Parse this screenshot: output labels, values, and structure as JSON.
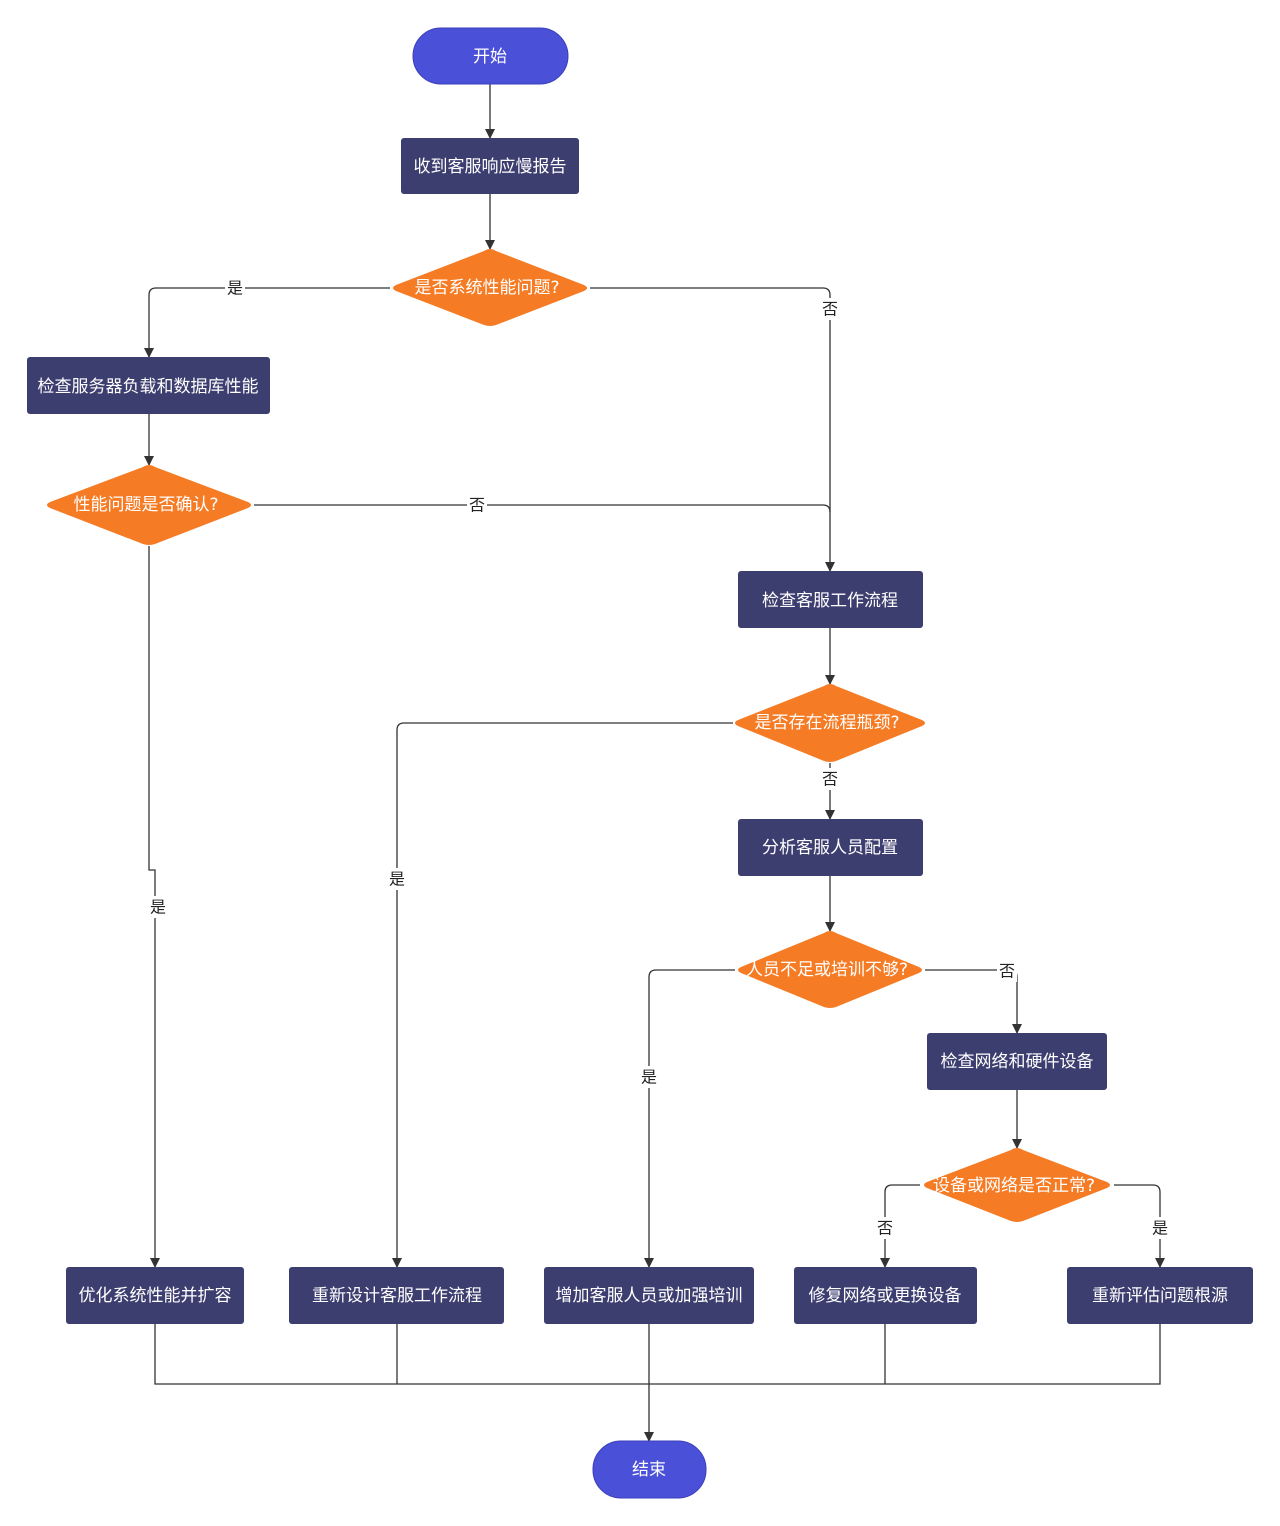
{
  "colors": {
    "terminal_fill": "#4B50D8",
    "process_fill": "#3D3E70",
    "decision_fill": "#F57C25",
    "edge": "#333333",
    "text": "#FFFFFF"
  },
  "nodes": {
    "start": "开始",
    "receive_report": "收到客服响应慢报告",
    "is_system_issue": "是否系统性能问题?",
    "check_server": "检查服务器负载和数据库性能",
    "perf_confirmed": "性能问题是否确认?",
    "check_workflow": "检查客服工作流程",
    "has_bottleneck": "是否存在流程瓶颈?",
    "analyze_staffing": "分析客服人员配置",
    "staff_shortage": "人员不足或培训不够?",
    "check_network": "检查网络和硬件设备",
    "equipment_ok": "设备或网络是否正常?",
    "optimize_system": "优化系统性能并扩容",
    "redesign_workflow": "重新设计客服工作流程",
    "add_staff": "增加客服人员或加强培训",
    "repair_network": "修复网络或更换设备",
    "reassess_root": "重新评估问题根源",
    "end": "结束"
  },
  "edge_labels": {
    "yes": "是",
    "no": "否"
  }
}
